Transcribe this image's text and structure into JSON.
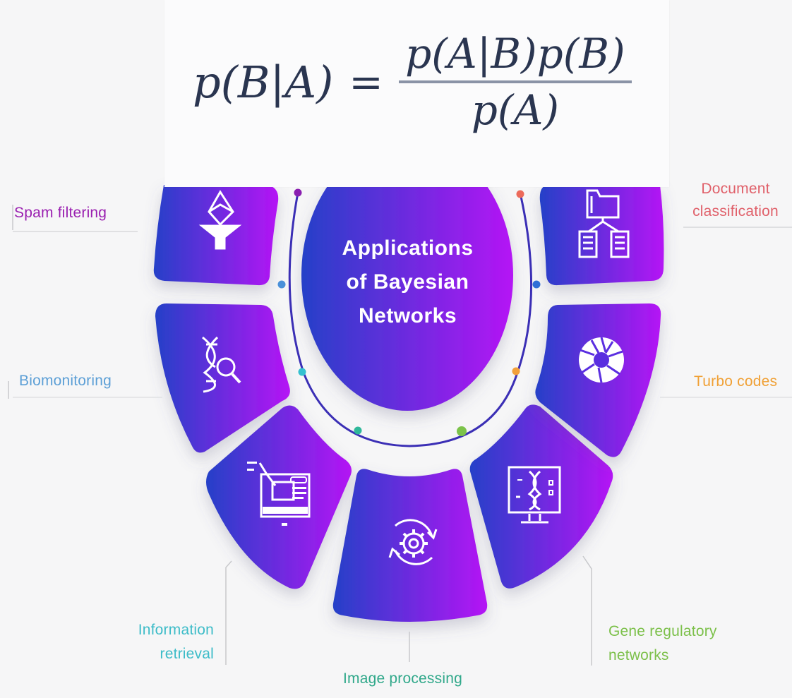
{
  "formula": {
    "lhs": "p(B|A)",
    "equals": "=",
    "numerator": "p(A|B)p(B)",
    "denominator": "p(A)"
  },
  "center": {
    "title_lines": [
      "Applications",
      "of Bayesian",
      "Networks"
    ]
  },
  "gradient": {
    "start": "#2540c8",
    "end": "#b515f5"
  },
  "applications": [
    {
      "label": "Spam filtering",
      "color": "#9a1fb0",
      "dot_color": "#8a1fb0",
      "icon": "funnel-mail-icon"
    },
    {
      "label": "Biomonitoring",
      "color": "#5c9fd6",
      "dot_color": "#4a90d9",
      "icon": "dna-search-icon"
    },
    {
      "label": "Information retrieval",
      "lines": [
        "Information",
        "retrieval"
      ],
      "color": "#3dbcc8",
      "dot_color": "#34c0d0",
      "icon": "monitor-robot-arm-icon"
    },
    {
      "label": "Image processing",
      "color": "#30a88a",
      "dot_color": "#2fb89a",
      "icon": "gear-cycle-icon"
    },
    {
      "label": "Gene regulatory networks",
      "lines": [
        "Gene regulatory",
        "networks"
      ],
      "color": "#7cc04a",
      "dot_color": "#7cc34a",
      "icon": "dna-monitor-icon"
    },
    {
      "label": "Turbo codes",
      "color": "#f0a035",
      "dot_color": "#f2a03a",
      "icon": "aperture-icon"
    },
    {
      "label": "Document classification",
      "lines": [
        "Document",
        "classification"
      ],
      "color": "#e0606a",
      "dot_color": "#ec6a5a",
      "icon": "folder-hierarchy-icon"
    }
  ]
}
